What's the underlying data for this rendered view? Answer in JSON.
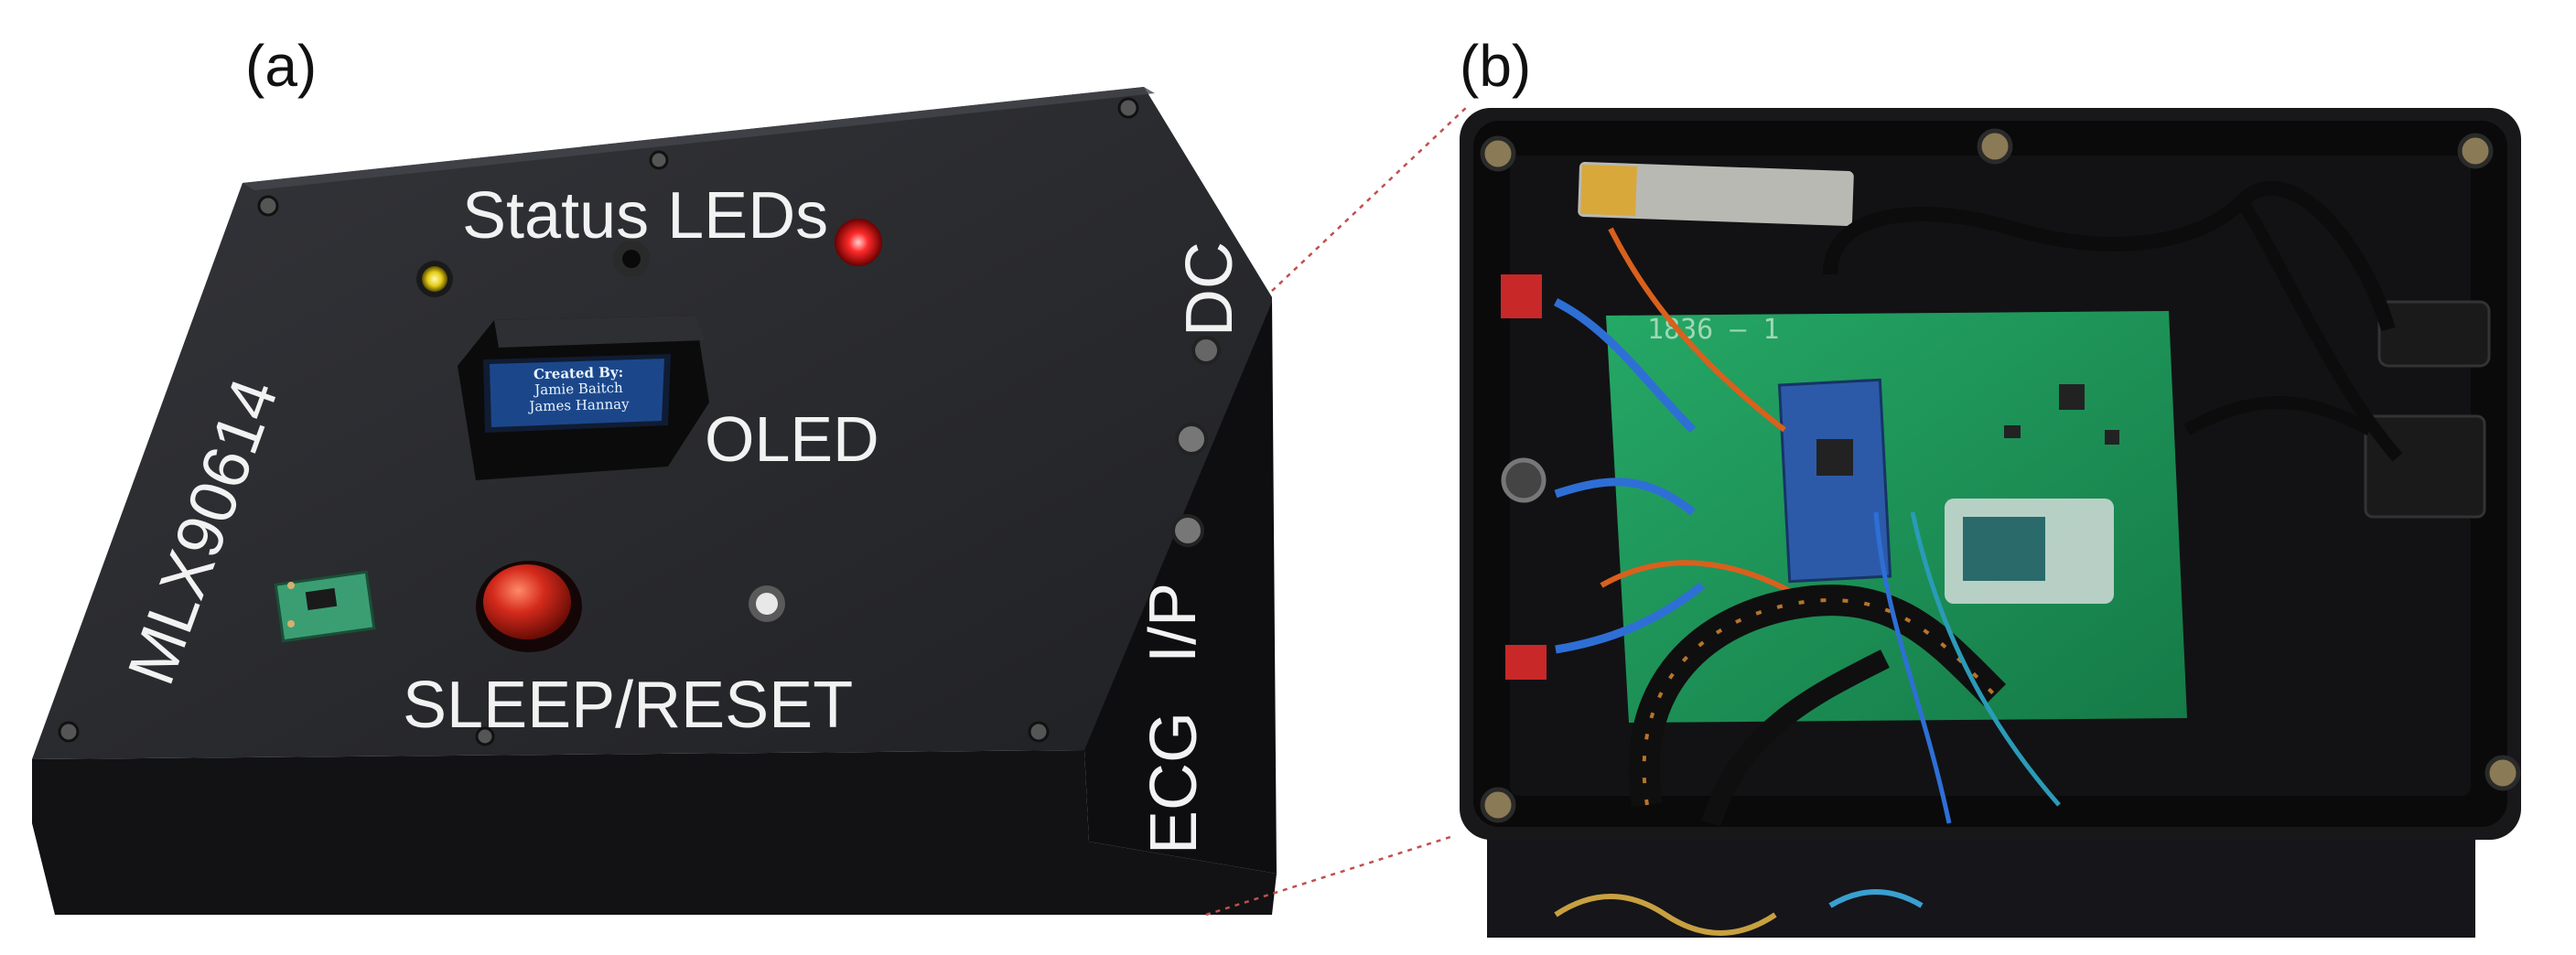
{
  "panels": {
    "a": {
      "letter": "(a)",
      "labels": {
        "status_leds": "Status LEDs",
        "oled": "OLED",
        "mlx": "MLX90614",
        "sleep_reset": "SLEEP/RESET",
        "dc": "DC",
        "ecg": "ECG",
        "ip": "I/P"
      },
      "oled_screen": [
        "Created By:",
        "Jamie Baitch",
        "James Hannay"
      ]
    },
    "b": {
      "letter": "(b)",
      "pcb_silkscreen": "1836 – 1"
    }
  },
  "colors": {
    "enclosure": "#1c1c1e",
    "pcb": "#1f9a5c",
    "led_yellow": "#e8d21a",
    "led_red": "#e02020",
    "button_red": "#c9231a",
    "oled_blue": "#2a6fd0",
    "leader_line": "#c0504d"
  }
}
